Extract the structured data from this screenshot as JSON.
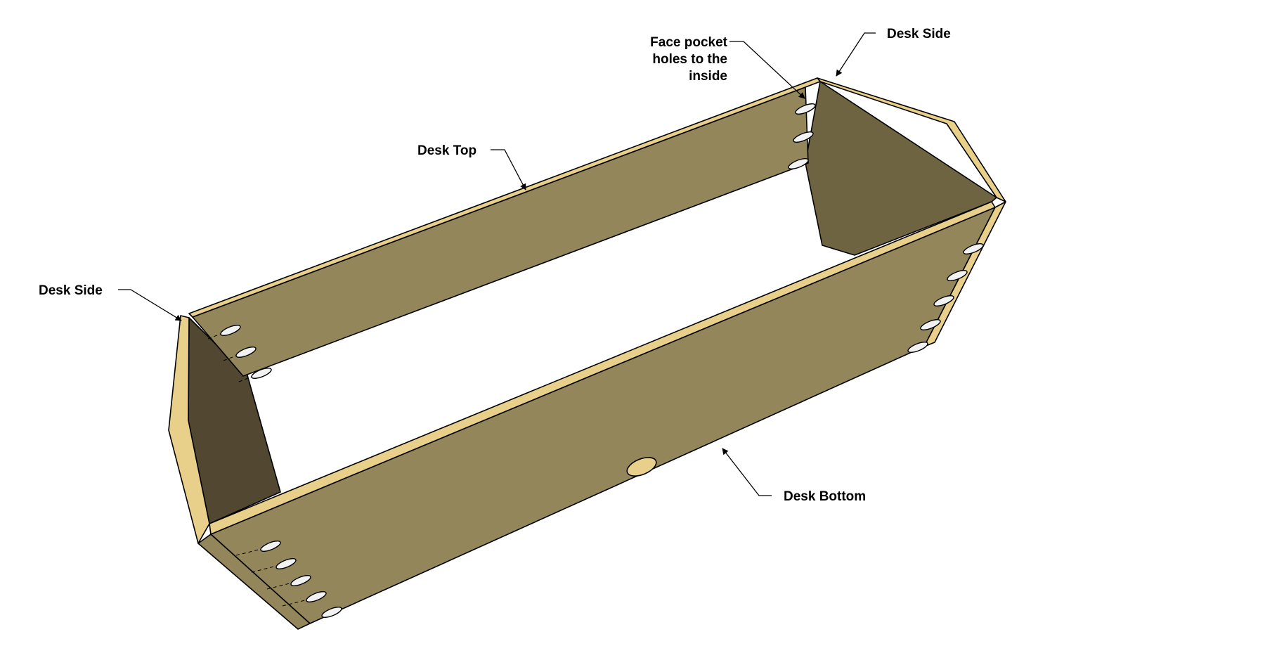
{
  "labels": {
    "desk_side_right": "Desk Side",
    "face_pocket_line1": "Face pocket",
    "face_pocket_line2": "holes to the",
    "face_pocket_line3": "inside",
    "desk_top": "Desk Top",
    "desk_side_left": "Desk Side",
    "desk_bottom": "Desk Bottom"
  },
  "colors": {
    "board_face": "#93865a",
    "board_edge": "#e8cf8a",
    "side_inner_right": "#6f6442",
    "side_inner_left": "#524731",
    "pocket_hole": "#f2f2f2"
  }
}
